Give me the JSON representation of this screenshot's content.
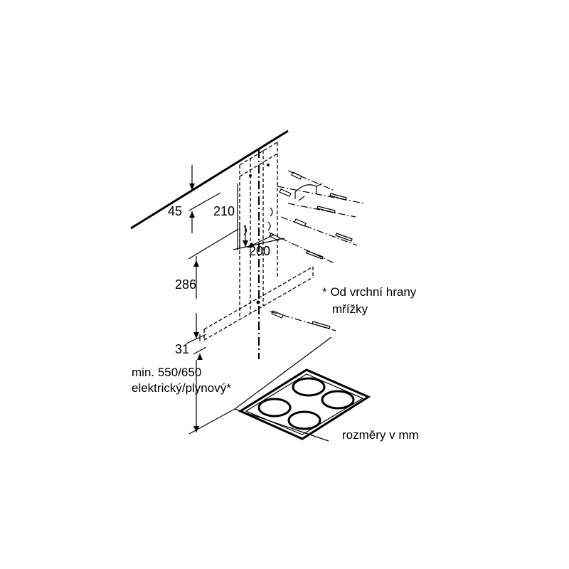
{
  "dimensions": {
    "ceiling_gap": "45",
    "bracket_spacing": "210",
    "hole_spacing": "200",
    "chimney_height": "286",
    "grille_offset": "31",
    "min_height_line1": "min. 550/650",
    "min_height_line2": "elektrický/plynový*"
  },
  "notes": {
    "footnote_line1": "* Od vrchní hrany",
    "footnote_line2": "mřížky",
    "units": "rozměry v mm"
  }
}
